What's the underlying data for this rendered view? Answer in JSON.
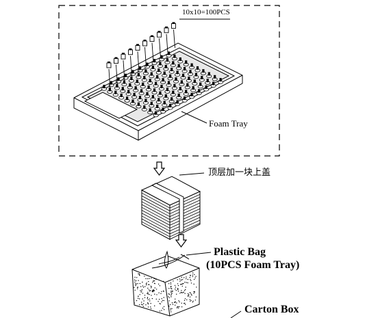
{
  "labels": {
    "quantity": "10x10=100PCS",
    "foam_tray": "Foam Tray",
    "top_layer_note": "顶层加一块上盖",
    "plastic_bag": "Plastic Bag",
    "plastic_bag_detail": "(10PCS Foam Tray)",
    "carton_box": "Carton Box"
  }
}
